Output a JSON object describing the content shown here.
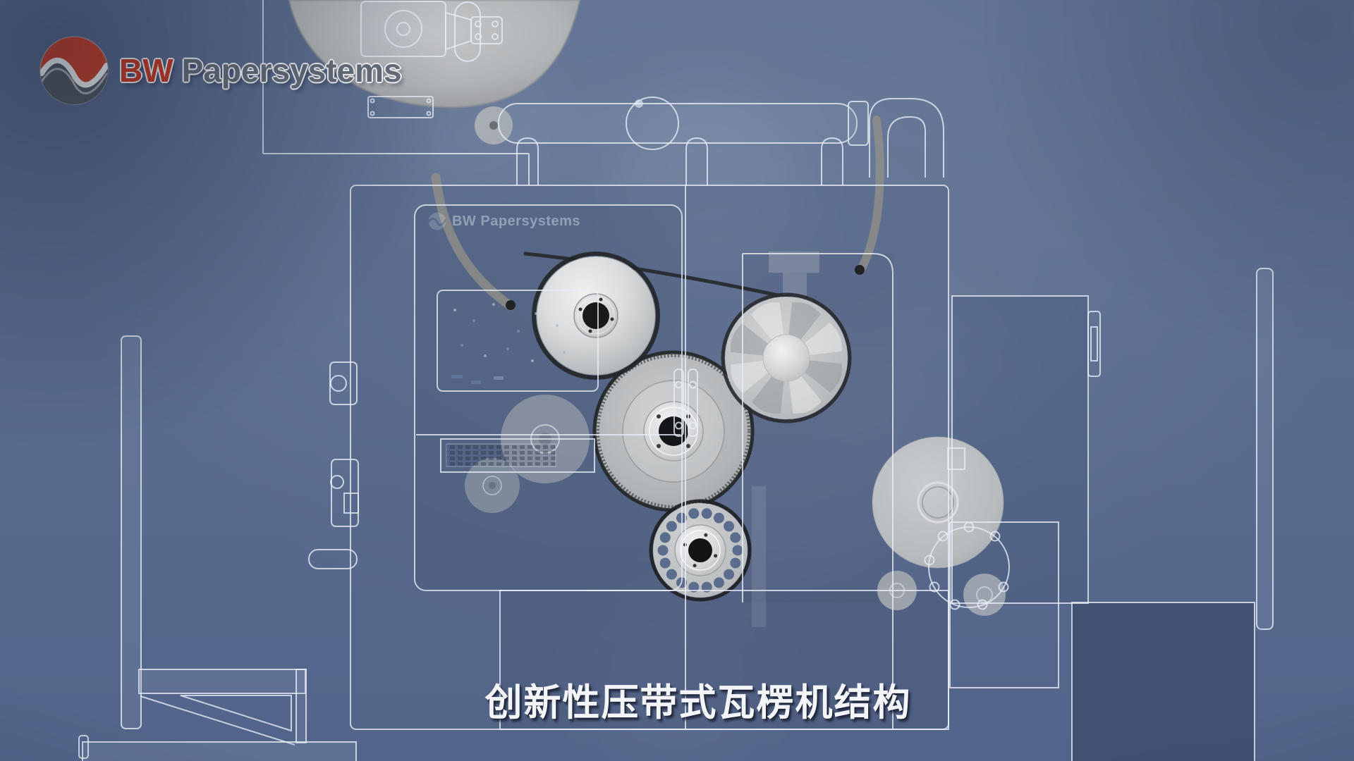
{
  "brand_logo": {
    "bw": "BW",
    "papersystems": "Papersystems"
  },
  "machine_plate": {
    "label": "BW Papersystems"
  },
  "caption": {
    "text": "创新性压带式瓦楞机结构"
  },
  "colors": {
    "background": "#5b6d8f",
    "accent_red": "#d23b24",
    "logo_gray": "#68707c",
    "line_white": "#e9eef6",
    "metal_light": "#c6c8ca",
    "belt_dark": "#26292c"
  }
}
